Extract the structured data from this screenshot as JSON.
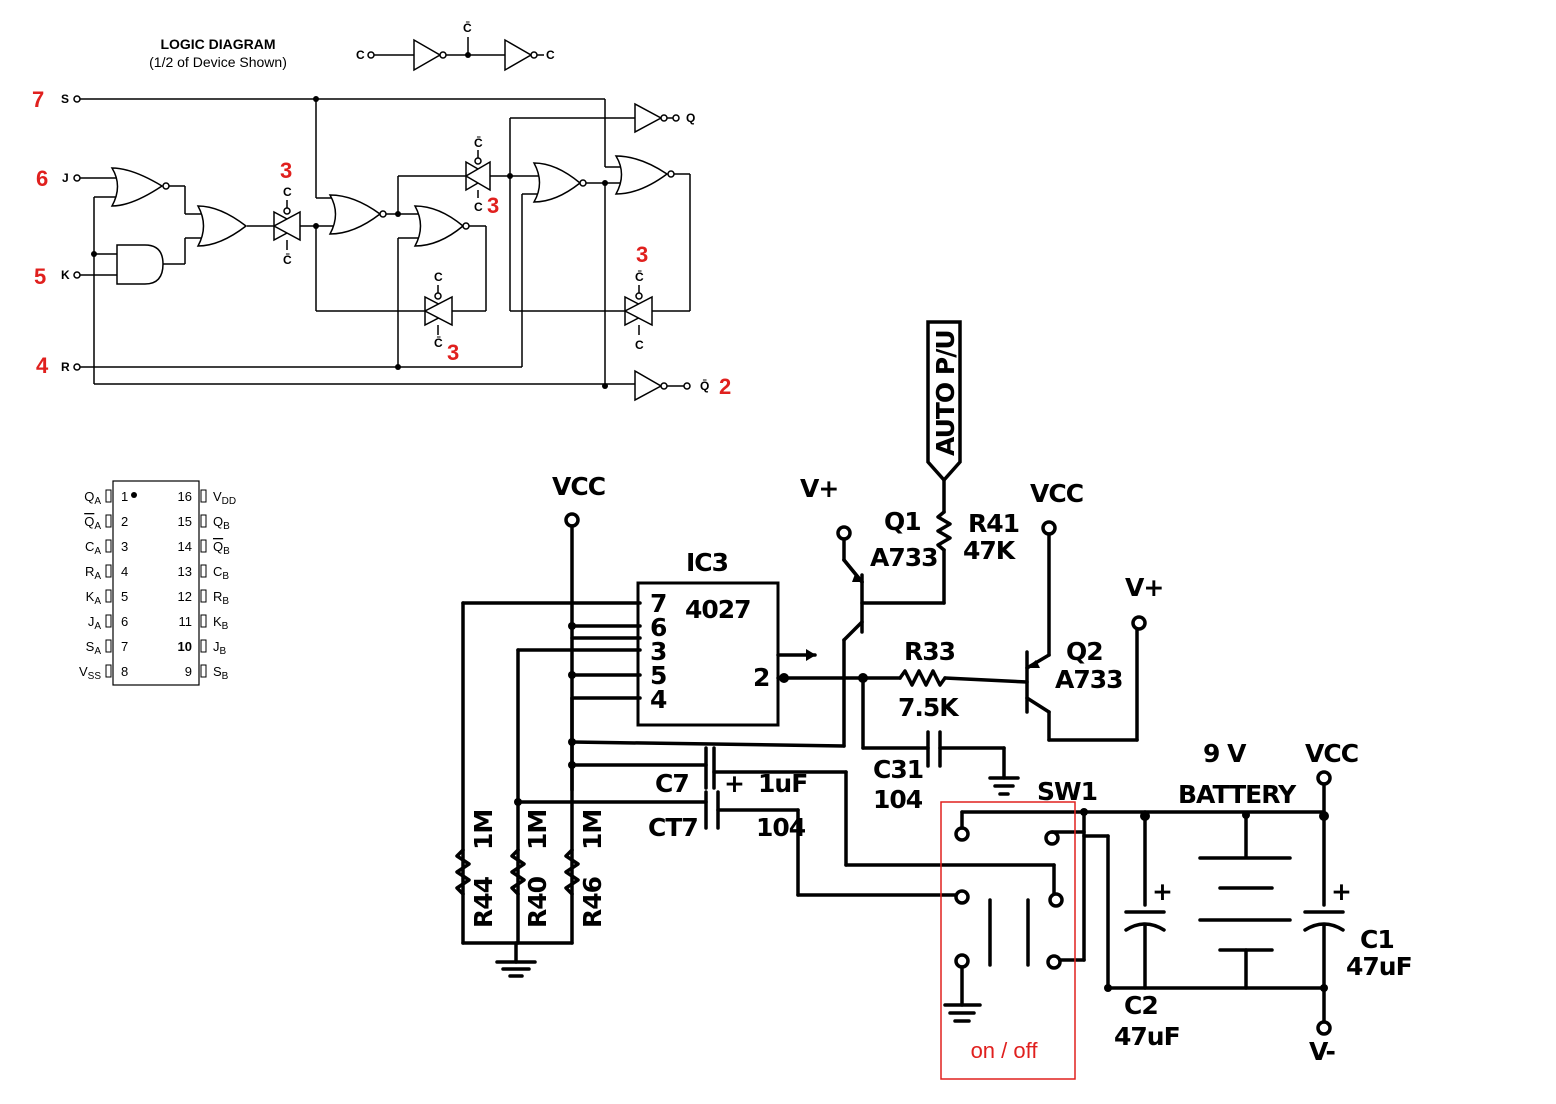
{
  "logic": {
    "title": "LOGIC DIAGRAM",
    "subtitle": "(1/2 of Device Shown)",
    "clock_in": "C",
    "clock_bar": "C̄",
    "clock_out": "C",
    "inputs": {
      "s": "S",
      "j": "J",
      "k": "K",
      "r": "R"
    },
    "outputs": {
      "q": "Q",
      "qbar": "Q̄"
    },
    "tg_top": "C",
    "tg_bot": "C̄",
    "tg2_top": "C̄",
    "tg2_bot": "C",
    "tg3_top": "C",
    "tg3_bot": "C̄",
    "tg4_top": "C̄",
    "tg4_bot": "C",
    "pin_marks": {
      "s": "7",
      "j": "6",
      "k": "5",
      "r": "4",
      "q": "2",
      "tg": "3"
    }
  },
  "pinout": {
    "left": [
      {
        "name": "Q",
        "sub": "A",
        "bar": false,
        "num": "1"
      },
      {
        "name": "Q",
        "sub": "A",
        "bar": true,
        "num": "2"
      },
      {
        "name": "C",
        "sub": "A",
        "bar": false,
        "num": "3"
      },
      {
        "name": "R",
        "sub": "A",
        "bar": false,
        "num": "4"
      },
      {
        "name": "K",
        "sub": "A",
        "bar": false,
        "num": "5"
      },
      {
        "name": "J",
        "sub": "A",
        "bar": false,
        "num": "6"
      },
      {
        "name": "S",
        "sub": "A",
        "bar": false,
        "num": "7"
      },
      {
        "name": "V",
        "sub": "SS",
        "bar": false,
        "num": "8"
      }
    ],
    "right": [
      {
        "name": "V",
        "sub": "DD",
        "bar": false,
        "num": "16"
      },
      {
        "name": "Q",
        "sub": "B",
        "bar": false,
        "num": "15"
      },
      {
        "name": "Q",
        "sub": "B",
        "bar": true,
        "num": "14"
      },
      {
        "name": "C",
        "sub": "B",
        "bar": false,
        "num": "13"
      },
      {
        "name": "R",
        "sub": "B",
        "bar": false,
        "num": "12"
      },
      {
        "name": "K",
        "sub": "B",
        "bar": false,
        "num": "11"
      },
      {
        "name": "J",
        "sub": "B",
        "bar": false,
        "num": "10"
      },
      {
        "name": "S",
        "sub": "B",
        "bar": false,
        "num": "9"
      }
    ]
  },
  "schematic": {
    "vcc1": "VCC",
    "vplus1": "V+",
    "vcc2": "VCC",
    "vplus2": "V+",
    "vcc3": "VCC",
    "auto_pu": "AUTO P/U",
    "ic_name": "IC3",
    "ic_part": "4027",
    "ic_pins": [
      "7",
      "6",
      "3",
      "5",
      "4"
    ],
    "ic_out_pin": "2",
    "q1": "Q1",
    "q1_part": "A733",
    "r41": "R41",
    "r41_val": "47K",
    "q2": "Q2",
    "q2_part": "A733",
    "r33": "R33",
    "r33_val": "7.5K",
    "c31": "C31",
    "c31_val": "104",
    "c7": "C7",
    "c7_val": "1uF",
    "ct7": "CT7",
    "ct7_val": "104",
    "sw1": "SW1",
    "battery_v": "9 V",
    "battery": "BATTERY",
    "c2": "C2",
    "c2_val": "47uF",
    "c1": "C1",
    "c1_val": "47uF",
    "vminus": "V-",
    "r44": "R44",
    "r44_val": "1M",
    "r40": "R40",
    "r40_val": "1M",
    "r46": "R46",
    "r46_val": "1M",
    "on_off": "on / off"
  }
}
